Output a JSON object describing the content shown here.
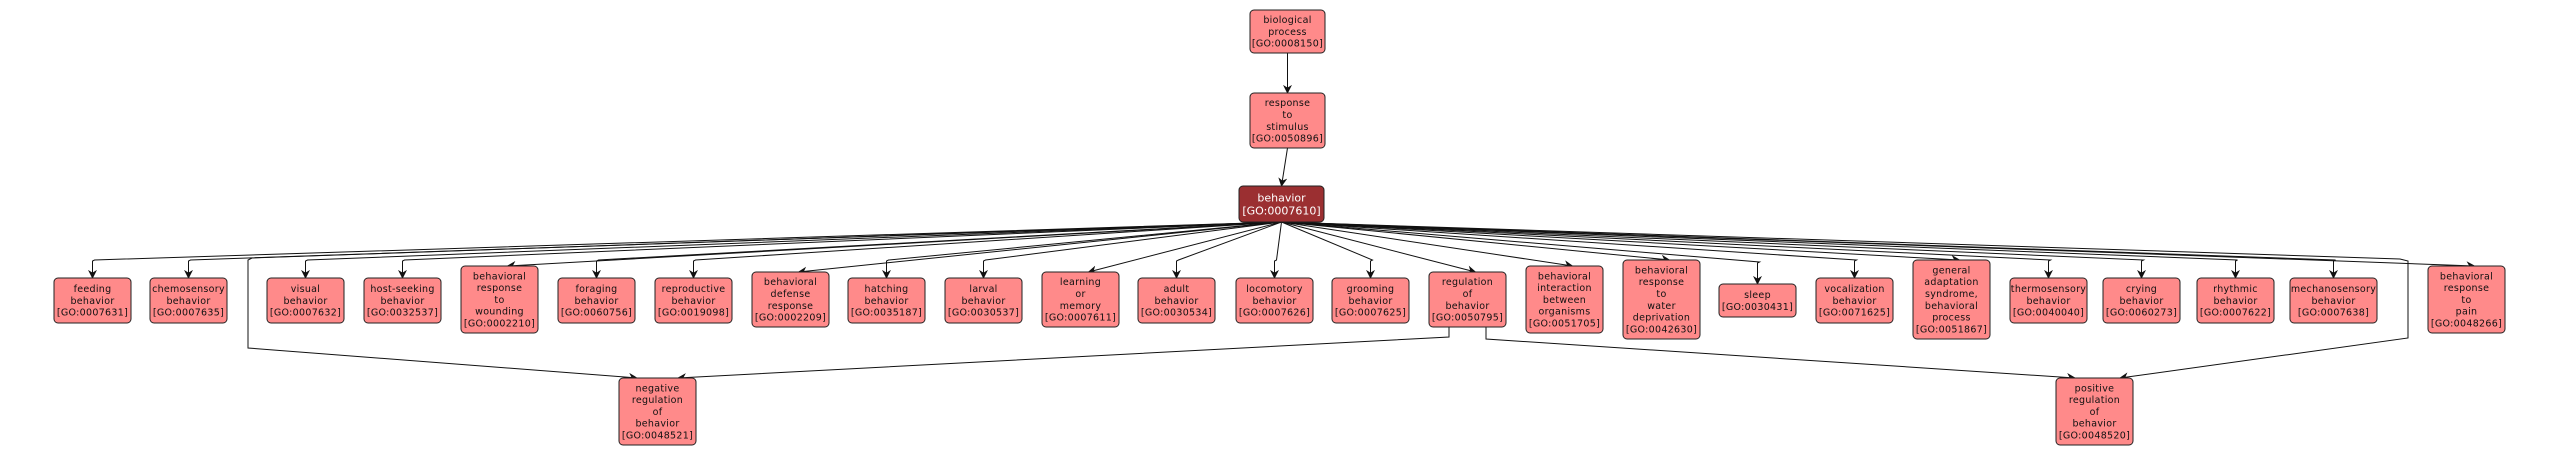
{
  "colors": {
    "node_fill": "#ff8a8a",
    "selected_fill": "#9b2f31",
    "border": "#333333",
    "edge": "#111111"
  },
  "nodes": [
    {
      "id": "GO:0008150",
      "lines": [
        "biological",
        "process",
        "[GO:0008150]"
      ],
      "selected": false
    },
    {
      "id": "GO:0050896",
      "lines": [
        "response",
        "to",
        "stimulus",
        "[GO:0050896]"
      ],
      "selected": false
    },
    {
      "id": "GO:0007610",
      "lines": [
        "behavior",
        "[GO:0007610]"
      ],
      "selected": true
    },
    {
      "id": "GO:0007631",
      "lines": [
        "feeding",
        "behavior",
        "[GO:0007631]"
      ]
    },
    {
      "id": "GO:0007635",
      "lines": [
        "chemosensory",
        "behavior",
        "[GO:0007635]"
      ]
    },
    {
      "id": "GO:0007632",
      "lines": [
        "visual",
        "behavior",
        "[GO:0007632]"
      ]
    },
    {
      "id": "GO:0032537",
      "lines": [
        "host-seeking",
        "behavior",
        "[GO:0032537]"
      ]
    },
    {
      "id": "GO:0002210",
      "lines": [
        "behavioral",
        "response",
        "to",
        "wounding",
        "[GO:0002210]"
      ]
    },
    {
      "id": "GO:0060756",
      "lines": [
        "foraging",
        "behavior",
        "[GO:0060756]"
      ]
    },
    {
      "id": "GO:0019098",
      "lines": [
        "reproductive",
        "behavior",
        "[GO:0019098]"
      ]
    },
    {
      "id": "GO:0002209",
      "lines": [
        "behavioral",
        "defense",
        "response",
        "[GO:0002209]"
      ]
    },
    {
      "id": "GO:0035187",
      "lines": [
        "hatching",
        "behavior",
        "[GO:0035187]"
      ]
    },
    {
      "id": "GO:0030537",
      "lines": [
        "larval",
        "behavior",
        "[GO:0030537]"
      ]
    },
    {
      "id": "GO:0007611",
      "lines": [
        "learning",
        "or",
        "memory",
        "[GO:0007611]"
      ]
    },
    {
      "id": "GO:0030534",
      "lines": [
        "adult",
        "behavior",
        "[GO:0030534]"
      ]
    },
    {
      "id": "GO:0007626",
      "lines": [
        "locomotory",
        "behavior",
        "[GO:0007626]"
      ]
    },
    {
      "id": "GO:0007625",
      "lines": [
        "grooming",
        "behavior",
        "[GO:0007625]"
      ]
    },
    {
      "id": "GO:0050795",
      "lines": [
        "regulation",
        "of",
        "behavior",
        "[GO:0050795]"
      ]
    },
    {
      "id": "GO:0051705",
      "lines": [
        "behavioral",
        "interaction",
        "between",
        "organisms",
        "[GO:0051705]"
      ]
    },
    {
      "id": "GO:0042630",
      "lines": [
        "behavioral",
        "response",
        "to",
        "water",
        "deprivation",
        "[GO:0042630]"
      ]
    },
    {
      "id": "GO:0030431",
      "lines": [
        "sleep",
        "[GO:0030431]"
      ]
    },
    {
      "id": "GO:0071625",
      "lines": [
        "vocalization",
        "behavior",
        "[GO:0071625]"
      ]
    },
    {
      "id": "GO:0051867",
      "lines": [
        "general",
        "adaptation",
        "syndrome,",
        "behavioral",
        "process",
        "[GO:0051867]"
      ]
    },
    {
      "id": "GO:0040040",
      "lines": [
        "thermosensory",
        "behavior",
        "[GO:0040040]"
      ]
    },
    {
      "id": "GO:0060273",
      "lines": [
        "crying",
        "behavior",
        "[GO:0060273]"
      ]
    },
    {
      "id": "GO:0007622",
      "lines": [
        "rhythmic",
        "behavior",
        "[GO:0007622]"
      ]
    },
    {
      "id": "GO:0007638",
      "lines": [
        "mechanosensory",
        "behavior",
        "[GO:0007638]"
      ]
    },
    {
      "id": "GO:0048266",
      "lines": [
        "behavioral",
        "response",
        "to",
        "pain",
        "[GO:0048266]"
      ]
    },
    {
      "id": "GO:0048521",
      "lines": [
        "negative",
        "regulation",
        "of",
        "behavior",
        "[GO:0048521]"
      ]
    },
    {
      "id": "GO:0048520",
      "lines": [
        "positive",
        "regulation",
        "of",
        "behavior",
        "[GO:0048520]"
      ]
    }
  ],
  "edges": [
    [
      "GO:0008150",
      "GO:0050896"
    ],
    [
      "GO:0050896",
      "GO:0007610"
    ],
    [
      "GO:0007610",
      "GO:0007631"
    ],
    [
      "GO:0007610",
      "GO:0007635"
    ],
    [
      "GO:0007610",
      "GO:0007632"
    ],
    [
      "GO:0007610",
      "GO:0032537"
    ],
    [
      "GO:0007610",
      "GO:0002210"
    ],
    [
      "GO:0007610",
      "GO:0060756"
    ],
    [
      "GO:0007610",
      "GO:0019098"
    ],
    [
      "GO:0007610",
      "GO:0002209"
    ],
    [
      "GO:0007610",
      "GO:0035187"
    ],
    [
      "GO:0007610",
      "GO:0030537"
    ],
    [
      "GO:0007610",
      "GO:0007611"
    ],
    [
      "GO:0007610",
      "GO:0030534"
    ],
    [
      "GO:0007610",
      "GO:0007626"
    ],
    [
      "GO:0007610",
      "GO:0007625"
    ],
    [
      "GO:0007610",
      "GO:0050795"
    ],
    [
      "GO:0007610",
      "GO:0051705"
    ],
    [
      "GO:0007610",
      "GO:0042630"
    ],
    [
      "GO:0007610",
      "GO:0030431"
    ],
    [
      "GO:0007610",
      "GO:0071625"
    ],
    [
      "GO:0007610",
      "GO:0051867"
    ],
    [
      "GO:0007610",
      "GO:0040040"
    ],
    [
      "GO:0007610",
      "GO:0060273"
    ],
    [
      "GO:0007610",
      "GO:0007622"
    ],
    [
      "GO:0007610",
      "GO:0007638"
    ],
    [
      "GO:0007610",
      "GO:0048266"
    ],
    [
      "GO:0007610",
      "GO:0048521"
    ],
    [
      "GO:0050795",
      "GO:0048521"
    ],
    [
      "GO:0007610",
      "GO:0048520"
    ],
    [
      "GO:0050795",
      "GO:0048520"
    ]
  ]
}
